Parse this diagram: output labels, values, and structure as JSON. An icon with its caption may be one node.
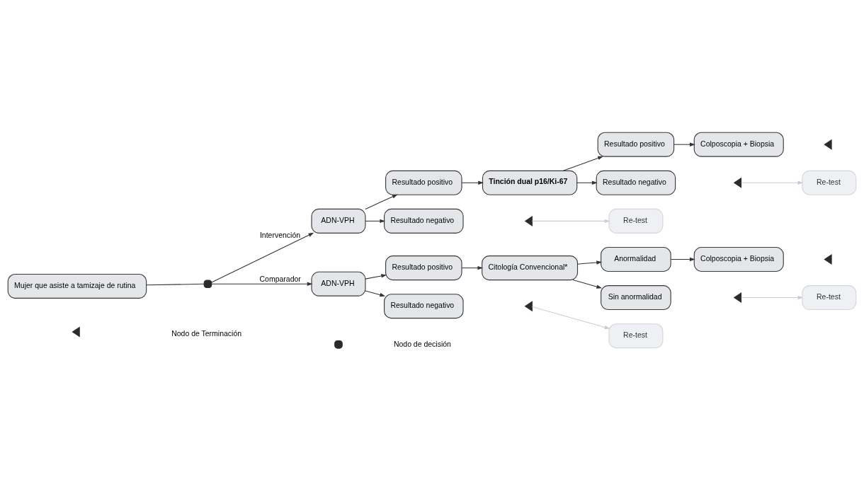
{
  "diagram": {
    "nodes": [
      {
        "text": [
          "Mujer que asiste a tamizaje de rutina"
        ]
      },
      {
        "text": [],
        "shape": "box"
      },
      {
        "text": [
          "ADN-VPH"
        ]
      },
      {
        "text": [
          "Resultado positivo"
        ]
      },
      {
        "text": [
          "Tinción dual p16/Ki-67"
        ]
      },
      {
        "text": [
          "Resultado positivo"
        ]
      },
      {
        "text": [
          "Colposcopia + Biopsia"
        ]
      },
      {
        "text": [],
        "shape": "triangle"
      },
      {
        "text": [
          "Resultado negativo"
        ]
      },
      {
        "text": [],
        "shape": "triangle"
      },
      {
        "text": [
          "Re-test"
        ]
      },
      {
        "text": [
          "Resultado negativo"
        ]
      },
      {
        "text": [],
        "shape": "triangle"
      },
      {
        "text": [
          "Re-test"
        ]
      },
      {
        "text": [
          "ADN-VPH"
        ]
      },
      {
        "text": [
          "Resultado positivo"
        ]
      },
      {
        "text": [
          "Citología Convencional*"
        ]
      },
      {
        "text": [
          "Anormalidad"
        ]
      },
      {
        "text": [
          "Colposcopia + Biopsia"
        ]
      },
      {
        "text": [],
        "shape": "triangle"
      },
      {
        "text": [
          "Sin anormalidad"
        ]
      },
      {
        "text": [],
        "shape": "triangle"
      },
      {
        "text": [
          "Re-test"
        ]
      },
      {
        "text": [
          "Resultado negativo"
        ]
      },
      {
        "text": [],
        "shape": "triangle"
      },
      {
        "text": [
          "Re-test"
        ]
      }
    ],
    "edges": [
      {
        "from": 0,
        "to": 1,
        "arrow": "none"
      },
      {
        "from": 1,
        "to": 2,
        "arrow": "to",
        "label": "Intervención"
      },
      {
        "from": 1,
        "to": 14,
        "arrow": "to",
        "label": "Comparador"
      },
      {
        "from": 2,
        "to": 3,
        "arrow": "to"
      },
      {
        "from": 2,
        "to": 11,
        "arrow": "to"
      },
      {
        "from": 3,
        "to": 4,
        "arrow": "to"
      },
      {
        "from": 4,
        "to": 5,
        "arrow": "to"
      },
      {
        "from": 4,
        "to": 8,
        "arrow": "to"
      },
      {
        "from": 5,
        "to": 6,
        "arrow": "to"
      },
      {
        "from": 9,
        "to": 10,
        "arrow": "to",
        "color": "#c9cdd3"
      },
      {
        "from": 12,
        "to": 13,
        "arrow": "to",
        "color": "#c9cdd3"
      },
      {
        "from": 14,
        "to": 15,
        "arrow": "to"
      },
      {
        "from": 14,
        "to": 23,
        "arrow": "to"
      },
      {
        "from": 15,
        "to": 16,
        "arrow": "to"
      },
      {
        "from": 16,
        "to": 17,
        "arrow": "to"
      },
      {
        "from": 16,
        "to": 20,
        "arrow": "to"
      },
      {
        "from": 17,
        "to": 18,
        "arrow": "to"
      },
      {
        "from": 21,
        "to": 22,
        "arrow": "to",
        "color": "#c9cdd3"
      },
      {
        "from": 24,
        "to": 25,
        "arrow": "to",
        "color": "#c9cdd3"
      }
    ],
    "legend": [
      {
        "text": "Nodo de Terminación"
      },
      {
        "text": "Nodo de decisión"
      }
    ]
  }
}
